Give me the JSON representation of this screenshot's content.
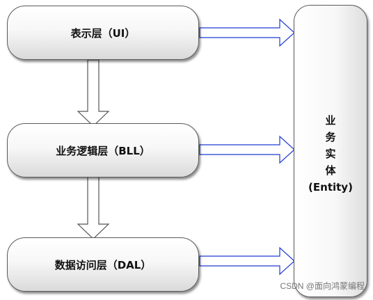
{
  "layers": {
    "ui": "表示层（UI）",
    "bll": "业务逻辑层（BLL）",
    "dal": "数据访问层（DAL）"
  },
  "entity": {
    "chars": [
      "业",
      "务",
      "实",
      "体"
    ],
    "subtitle": "(Entity)"
  },
  "watermark": "CSDN @面向鸿蒙编程",
  "colors": {
    "arrow_blue": "#1f3bd0",
    "arrow_gray": "#555555"
  }
}
